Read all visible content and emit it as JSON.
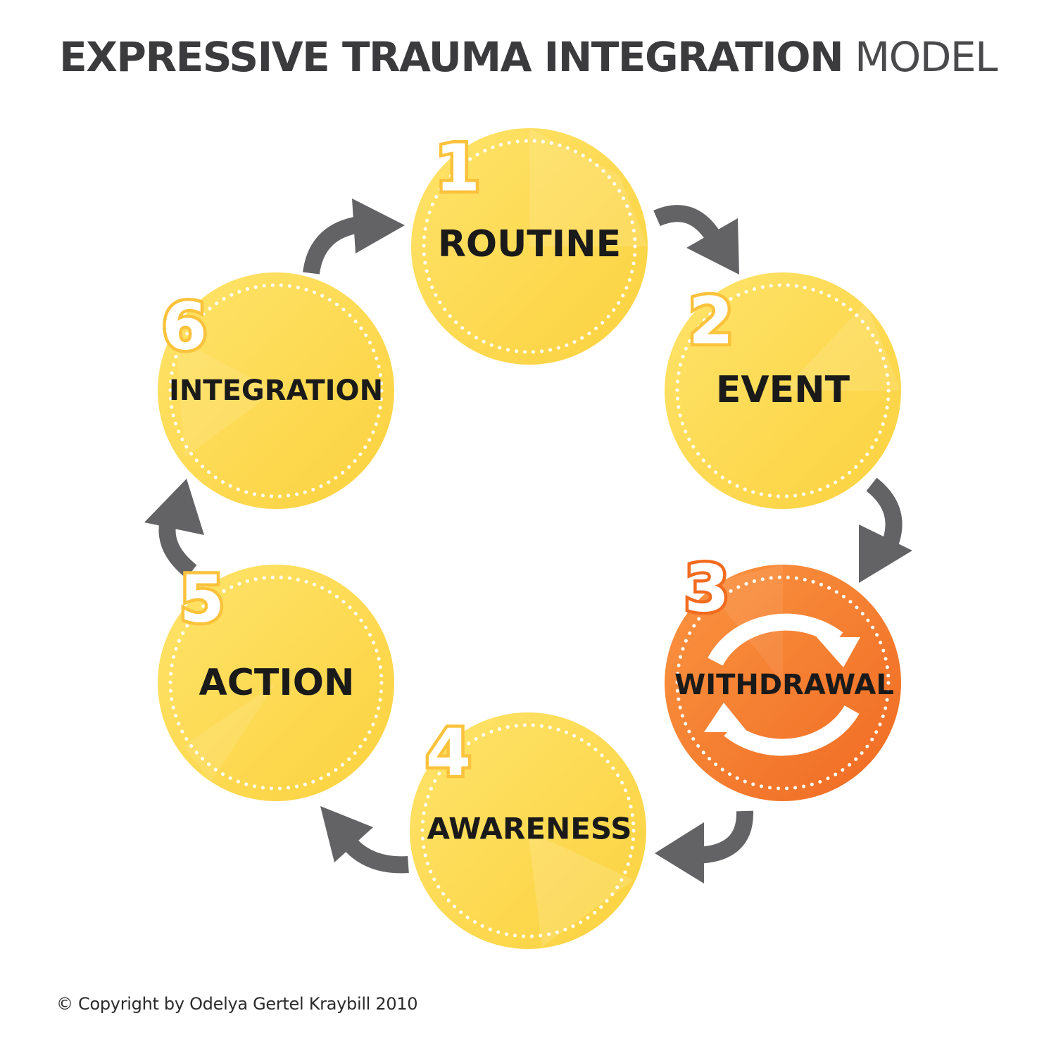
{
  "title": {
    "bold": "EXPRESSIVE TRAUMA INTEGRATION",
    "light": "MODEL"
  },
  "stages": [
    {
      "number": "1",
      "label": "ROUTINE",
      "highlighted": false
    },
    {
      "number": "2",
      "label": "EVENT",
      "highlighted": false
    },
    {
      "number": "3",
      "label": "WITHDRAWAL",
      "highlighted": true
    },
    {
      "number": "4",
      "label": "AWARENESS",
      "highlighted": false
    },
    {
      "number": "5",
      "label": "ACTION",
      "highlighted": false
    },
    {
      "number": "6",
      "label": "INTEGRATION",
      "highlighted": false
    }
  ],
  "colors": {
    "circle_fill": "#fdd84a",
    "circle_fill_light": "#fee36a",
    "highlight_fill": "#f47a2e",
    "highlight_fill_light": "#fb9542",
    "number_outline": "#fbc23c",
    "highlight_number_outline": "#f26b1f",
    "arrow": "#636365",
    "label_text": "#1a1a1a",
    "title_text": "#3b3b3d"
  },
  "icons": [
    "curved-arrow-icon",
    "cycle-arrows-icon"
  ],
  "copyright": "© Copyright by Odelya Gertel Kraybill 2010"
}
